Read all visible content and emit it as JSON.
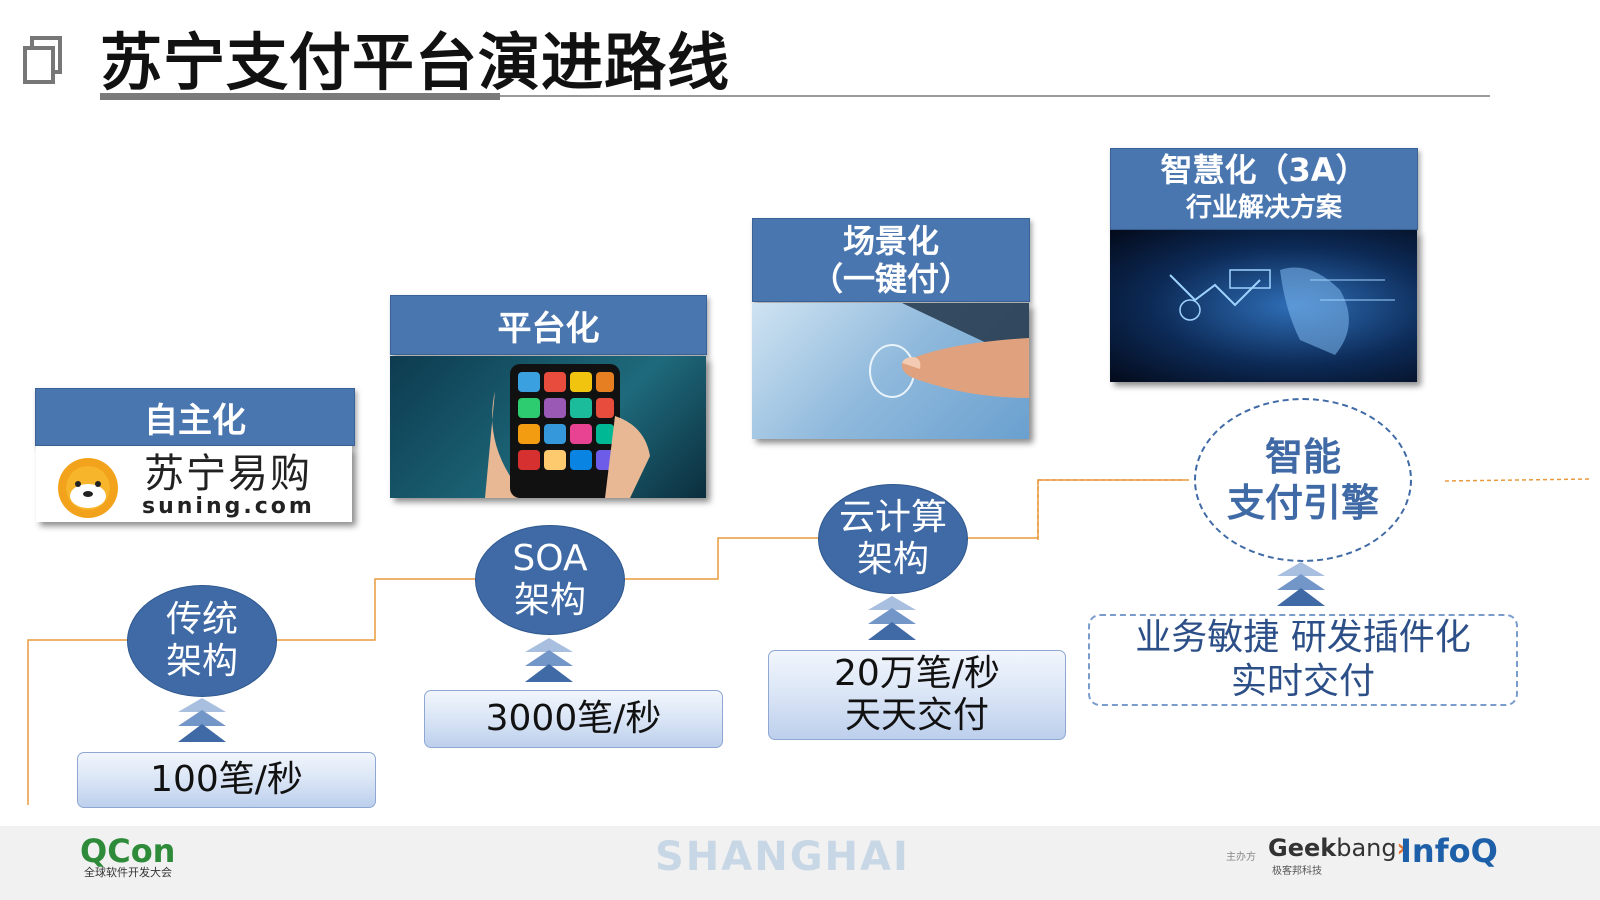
{
  "title": "苏宁支付平台演进路线",
  "stages": [
    {
      "header": [
        "自主化"
      ],
      "brand_cn": "苏宁易购",
      "brand_en": "suning.com"
    },
    {
      "header": [
        "平台化"
      ]
    },
    {
      "header": [
        "场景化",
        "（一键付）"
      ]
    },
    {
      "header": [
        "智慧化（3A）",
        "行业解决方案"
      ]
    }
  ],
  "nodes": [
    [
      "传统",
      "架构"
    ],
    [
      "SOA",
      "架构"
    ],
    [
      "云计算",
      "架构"
    ],
    [
      "智能",
      "支付引擎"
    ]
  ],
  "metrics": [
    [
      "100笔/秒"
    ],
    [
      "3000笔/秒"
    ],
    [
      "20万笔/秒",
      "天天交付"
    ],
    [
      "业务敏捷 研发插件化",
      "实时交付"
    ]
  ],
  "footer": {
    "qcon": "QCon",
    "qcon_sub": "全球软件开发大会",
    "city": "SHANGHAI",
    "host_label": "主办方",
    "geek_a": "Geek",
    "geek_b": "bang",
    "geek_sub": "极客邦科技",
    "infoq": "InfoQ"
  },
  "colors": {
    "stage_blue": "#4a76b0",
    "node_blue": "#3f6aa5",
    "step_line": "#e89a3c",
    "qcon_green": "#2e8b3a",
    "infoq_blue": "#1d5fa8"
  }
}
